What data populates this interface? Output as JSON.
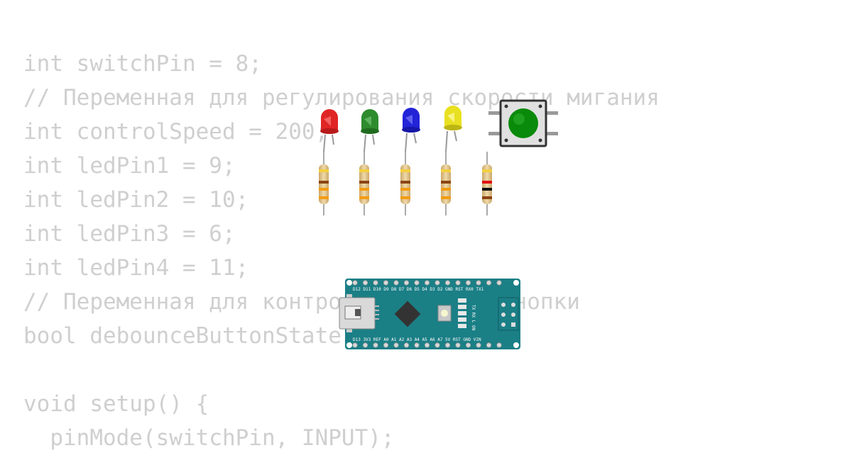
{
  "code_lines": [
    "int switchPin = 8;",
    "// Переменная для регулирования скорости мигания",
    "int controlSpeed = 200;",
    "int ledPin1 = 9;",
    "int ledPin2 = 10;",
    "int ledPin3 = 6;",
    "int ledPin4 = 11;",
    "// Переменная для контроля дребезга кнопки",
    "bool debounceButtonState = false;",
    "",
    "void setup() {",
    "  pinMode(switchPin, INPUT);"
  ],
  "colors": {
    "code_text": "#cfcfcf",
    "wire": "#118a11",
    "board": "#1b7f86",
    "led_red": "#e02525",
    "led_green": "#2e8b2e",
    "led_blue": "#2323d8",
    "led_yellow": "#e8e020",
    "button_cap": "#0a8a0a"
  },
  "board": {
    "top_pins": "D12 D11 D10 D9 D8 D7 D6 D5 D4 D3 D2 GND RST RX0 TX1",
    "bottom_pins": "D13 3V3 REF A0 A1 A2 A3 A4 A5 A6 A7 5V RST GND VIN",
    "side_labels": "TX RX L ON"
  }
}
